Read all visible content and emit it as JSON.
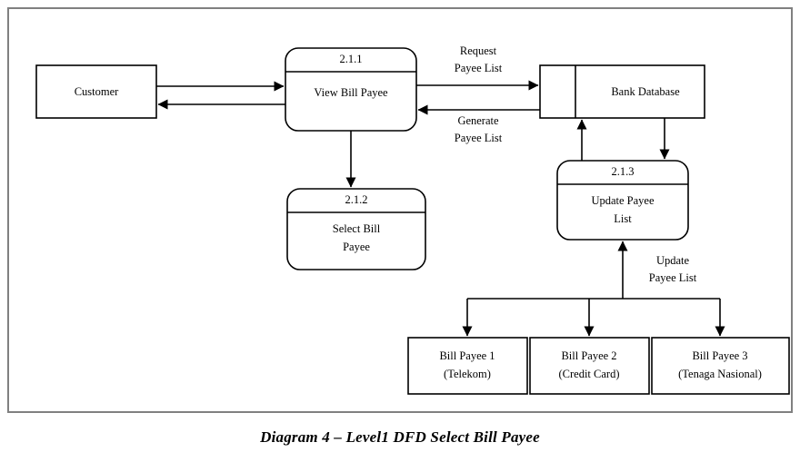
{
  "diagram": {
    "type": "data-flow-diagram",
    "caption": "Diagram 4 – Level1 DFD Select Bill Payee",
    "border_color": "#808080",
    "line_color": "#000000",
    "fill_color": "#ffffff",
    "entities": [
      {
        "id": "customer",
        "kind": "external-entity",
        "label": "Customer"
      },
      {
        "id": "bank-database",
        "kind": "data-store",
        "label": "Bank Database"
      },
      {
        "id": "bill-payee-1",
        "kind": "external-entity",
        "label_line1": "Bill Payee 1",
        "label_line2": "(Telekom)"
      },
      {
        "id": "bill-payee-2",
        "kind": "external-entity",
        "label_line1": "Bill Payee 2",
        "label_line2": "(Credit Card)"
      },
      {
        "id": "bill-payee-3",
        "kind": "external-entity",
        "label_line1": "Bill Payee 3",
        "label_line2": "(Tenaga Nasional)"
      }
    ],
    "processes": [
      {
        "id": "process-211",
        "number": "2.1.1",
        "label_line1": "View Bill Payee",
        "label_line2": ""
      },
      {
        "id": "process-212",
        "number": "2.1.2",
        "label_line1": "Select Bill",
        "label_line2": "Payee"
      },
      {
        "id": "process-213",
        "number": "2.1.3",
        "label_line1": "Update Payee",
        "label_line2": "List"
      }
    ],
    "flows": [
      {
        "id": "flow-customer-to-view",
        "from": "customer",
        "to": "process-211",
        "label": ""
      },
      {
        "id": "flow-view-to-customer",
        "from": "process-211",
        "to": "customer",
        "label": ""
      },
      {
        "id": "flow-request-payee-list",
        "from": "process-211",
        "to": "bank-database",
        "label_line1": "Request",
        "label_line2": "Payee List"
      },
      {
        "id": "flow-generate-payee-list",
        "from": "bank-database",
        "to": "process-211",
        "label_line1": "Generate",
        "label_line2": "Payee List"
      },
      {
        "id": "flow-view-to-select",
        "from": "process-211",
        "to": "process-212",
        "label": ""
      },
      {
        "id": "flow-update-to-bank",
        "from": "process-213",
        "to": "bank-database",
        "label": ""
      },
      {
        "id": "flow-bank-to-update",
        "from": "bank-database",
        "to": "process-213",
        "label": ""
      },
      {
        "id": "flow-update-payee-list",
        "from": "bill-payees",
        "to": "process-213",
        "label_line1": "Update",
        "label_line2": "Payee List"
      }
    ]
  }
}
